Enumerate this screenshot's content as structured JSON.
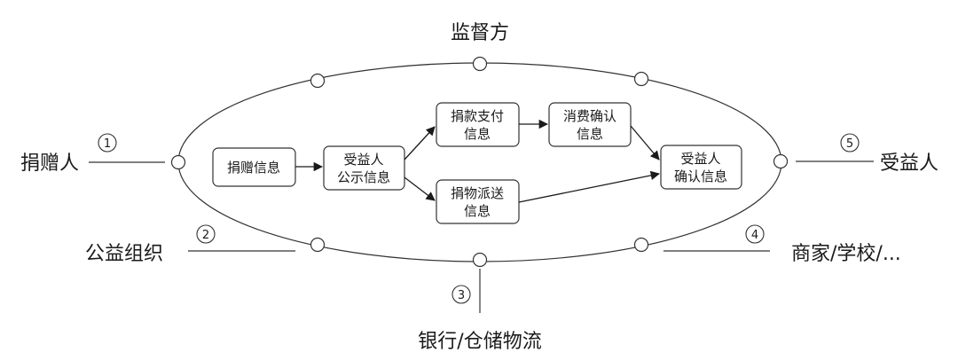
{
  "external": {
    "top": "监督方",
    "left": "捐赠人",
    "right": "受益人",
    "bottom_left": "公益组织",
    "bottom": "银行/仓储物流",
    "bottom_right": "商家/学校/..."
  },
  "markers": {
    "m1": "①",
    "m2": "②",
    "m3": "③",
    "m4": "④",
    "m5": "⑤"
  },
  "boxes": {
    "donation_info": [
      "捐赠信息"
    ],
    "beneficiary_public": [
      "受益人",
      "公示信息"
    ],
    "payment": [
      "捐款支付",
      "信息"
    ],
    "dispatch": [
      "捐物派送",
      "信息"
    ],
    "consumption": [
      "消费确认",
      "信息"
    ],
    "beneficiary_confirm": [
      "受益人",
      "确认信息"
    ]
  }
}
